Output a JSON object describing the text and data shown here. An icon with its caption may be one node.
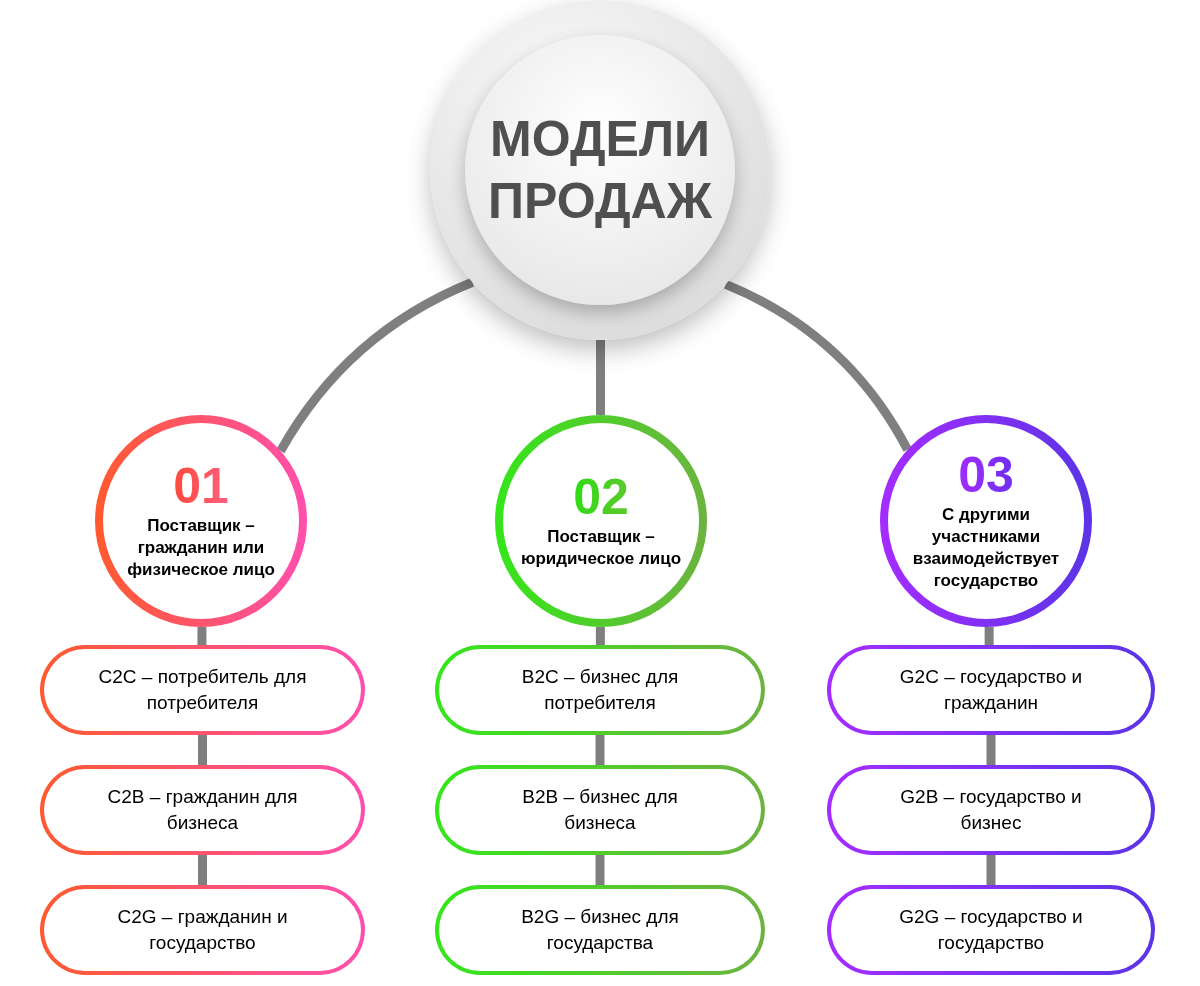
{
  "diagram": {
    "nodes": [
      {
        "text": [
          "МОДЕЛИ ПРОДАЖ"
        ]
      },
      {
        "text": [
          "01",
          "Поставщик – гражданин или физическое лицо"
        ]
      },
      {
        "text": [
          "02",
          "Поставщик – юридическое лицо"
        ]
      },
      {
        "text": [
          "03",
          "С другими участниками взаимодействует государство"
        ]
      },
      {
        "text": [
          "C2C – потребитель для потребителя"
        ]
      },
      {
        "text": [
          "C2B – гражданин для бизнеса"
        ]
      },
      {
        "text": [
          "C2G – гражданин и государство"
        ]
      },
      {
        "text": [
          "B2C – бизнес для потребителя"
        ]
      },
      {
        "text": [
          "B2B – бизнес для бизнеса"
        ]
      },
      {
        "text": [
          "B2G – бизнес для государства"
        ]
      },
      {
        "text": [
          "G2C – государство и гражданин"
        ]
      },
      {
        "text": [
          "G2B – государство и бизнес"
        ]
      },
      {
        "text": [
          "G2G – государство и государство"
        ]
      }
    ],
    "edges": [
      {
        "from": 0,
        "to": 1,
        "arrow": "none"
      },
      {
        "from": 0,
        "to": 2,
        "arrow": "none"
      },
      {
        "from": 0,
        "to": 3,
        "arrow": "none"
      },
      {
        "from": 1,
        "to": 4,
        "arrow": "none"
      },
      {
        "from": 4,
        "to": 5,
        "arrow": "none"
      },
      {
        "from": 5,
        "to": 6,
        "arrow": "none"
      },
      {
        "from": 2,
        "to": 7,
        "arrow": "none"
      },
      {
        "from": 7,
        "to": 8,
        "arrow": "none"
      },
      {
        "from": 8,
        "to": 9,
        "arrow": "none"
      },
      {
        "from": 3,
        "to": 10,
        "arrow": "none"
      },
      {
        "from": 10,
        "to": 11,
        "arrow": "none"
      },
      {
        "from": 11,
        "to": 12,
        "arrow": "none"
      }
    ]
  }
}
